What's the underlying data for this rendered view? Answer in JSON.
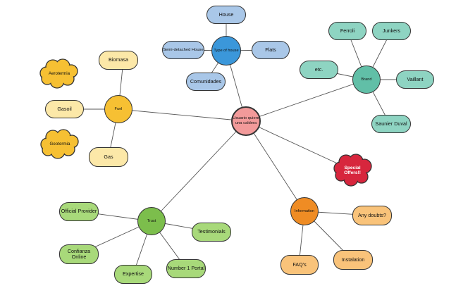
{
  "center": {
    "label": "Usuario quiere una caldera"
  },
  "clusters": {
    "house_type": {
      "label": "Type of house",
      "items": [
        "House",
        "Semi-detached House",
        "Flats",
        "Comunidades"
      ]
    },
    "brand": {
      "label": "Brand",
      "items": [
        "Ferroli",
        "Junkers",
        "etc.",
        "Vaillant",
        "Saunier Duval"
      ]
    },
    "fuel": {
      "label": "Fuel",
      "items": [
        "Biomasa",
        "Aerotermia",
        "Gasoil",
        "Geotermia",
        "Gas"
      ]
    },
    "trust": {
      "label": "Trust",
      "items": [
        "Official Provider",
        "Testimonials",
        "Confianza Online",
        "Expertise",
        "Number 1 Portal"
      ]
    },
    "information": {
      "label": "Information",
      "items": [
        "Any doubts?",
        "FAQ's",
        "Instalation"
      ]
    }
  },
  "special": {
    "label": "Special Offers!!"
  },
  "colors": {
    "line": "#555555",
    "blue": "#3b97da",
    "teal": "#61bfa7",
    "yellow": "#f6c033",
    "green": "#7cbe4c",
    "orange": "#ef8c24",
    "center": "#f29a9a",
    "special": "#d7263d",
    "cloud_yellow": "#f6c033"
  }
}
